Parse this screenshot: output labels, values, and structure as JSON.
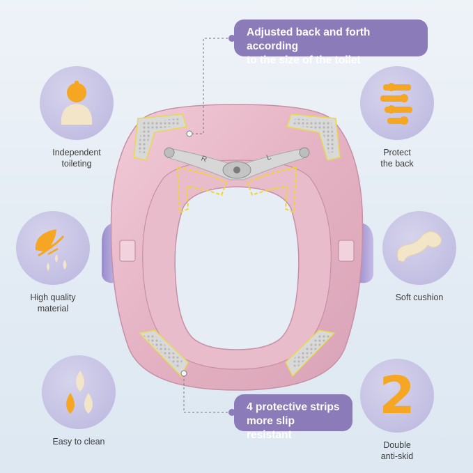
{
  "callouts": {
    "top": {
      "line1": "Adjusted back and forth according",
      "line2": "to the size of the toilet"
    },
    "bottom": {
      "line1": "4 protective strips",
      "line2": "more slip resistant"
    }
  },
  "features": {
    "independent": {
      "line1": "Independent",
      "line2": "toileting",
      "icon": "standing-figure-icon"
    },
    "protect": {
      "line1": "Protect",
      "line2": "the back",
      "icon": "adjuster-pins-icon"
    },
    "material": {
      "line1": "High quality",
      "line2": "material",
      "icon": "leaf-droplets-icon"
    },
    "cushion": {
      "line1": "Soft cushion",
      "line2": "",
      "icon": "cushion-strip-icon"
    },
    "clean": {
      "line1": "Easy to clean",
      "line2": "",
      "icon": "water-drops-icon"
    },
    "antiskid": {
      "line1": "Double",
      "line2": "anti-skid",
      "icon": "number-two-icon",
      "numeral": "2"
    }
  },
  "seat_markings": {
    "left": "R",
    "right": "L"
  },
  "colors": {
    "accent": "#8b7bb8",
    "seat_pink": "#e8b8c8",
    "handle_purple": "#a79bd1",
    "icon_orange": "#f5a623",
    "icon_cream": "#f3e6c8"
  }
}
